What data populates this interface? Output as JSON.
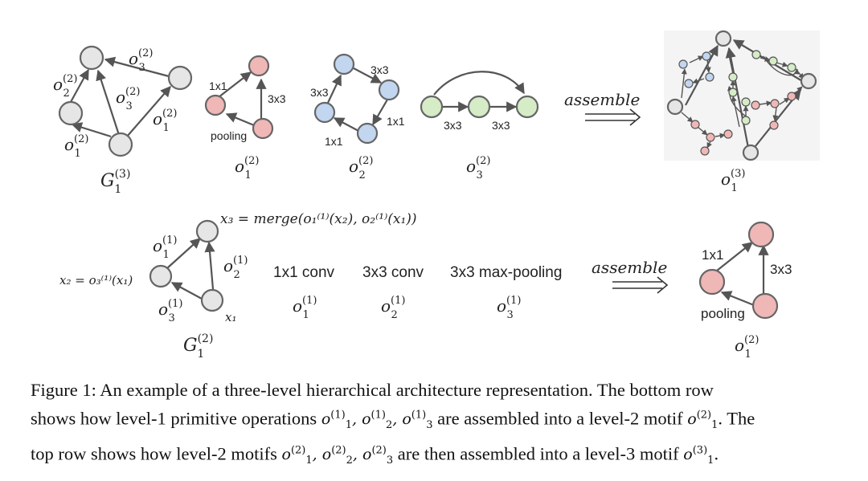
{
  "top_row": {
    "g13": {
      "edge_labels": [
        "o",
        "o",
        "o",
        "o",
        "o"
      ],
      "edge_label_sups": [
        "(2)",
        "(2)",
        "(2)",
        "(2)",
        "(2)"
      ],
      "edge_label_subs": [
        "3",
        "2",
        "3",
        "1",
        "1"
      ],
      "caption_main": "G",
      "caption_sup": "(3)",
      "caption_sub": "1"
    },
    "motif1": {
      "labels": [
        "1x1",
        "3x3",
        "pooling"
      ],
      "name": "o",
      "sup": "(2)",
      "sub": "1"
    },
    "motif2": {
      "labels": [
        "3x3",
        "3x3",
        "1x1",
        "1x1"
      ],
      "name": "o",
      "sup": "(2)",
      "sub": "2"
    },
    "motif3": {
      "labels": [
        "3x3",
        "3x3"
      ],
      "name": "o",
      "sup": "(2)",
      "sub": "3"
    },
    "assemble": "assemble",
    "result": {
      "name": "o",
      "sup": "(3)",
      "sub": "1"
    }
  },
  "bottom_row": {
    "x3_text": "x₃ = merge(o₁⁽¹⁾(x₂), o₂⁽¹⁾(x₁))",
    "x2_text": "x₂ = o₃⁽¹⁾(x₁)",
    "x1_text": "x₁",
    "g12": {
      "edge_labels": [
        "o",
        "o",
        "o"
      ],
      "edge_label_sups": [
        "(1)",
        "(1)",
        "(1)"
      ],
      "edge_label_subs": [
        "1",
        "2",
        "3"
      ],
      "caption_main": "G",
      "caption_sup": "(2)",
      "caption_sub": "1"
    },
    "ops": [
      {
        "label": "1x1 conv",
        "name": "o",
        "sup": "(1)",
        "sub": "1"
      },
      {
        "label": "3x3 conv",
        "name": "o",
        "sup": "(1)",
        "sub": "2"
      },
      {
        "label": "3x3 max-pooling",
        "name": "o",
        "sup": "(1)",
        "sub": "3"
      }
    ],
    "assemble": "assemble",
    "result": {
      "labels": [
        "1x1",
        "3x3",
        "pooling"
      ],
      "name": "o",
      "sup": "(2)",
      "sub": "1"
    }
  },
  "caption": {
    "line1": "Figure 1: An example of a three-level hierarchical architecture representation. The bottom row",
    "line2_a": "shows how level-1 primitive operations",
    "line2_b": "are assembled into a level-2 motif",
    "line2_c": ". The",
    "line3_a": "top row shows how level-2 motifs",
    "line3_b": "are then assembled into a level-3 motif",
    "line3_c": ".",
    "sym": "o",
    "sup1": "(1)",
    "sup2": "(2)",
    "sup3": "(3)"
  }
}
